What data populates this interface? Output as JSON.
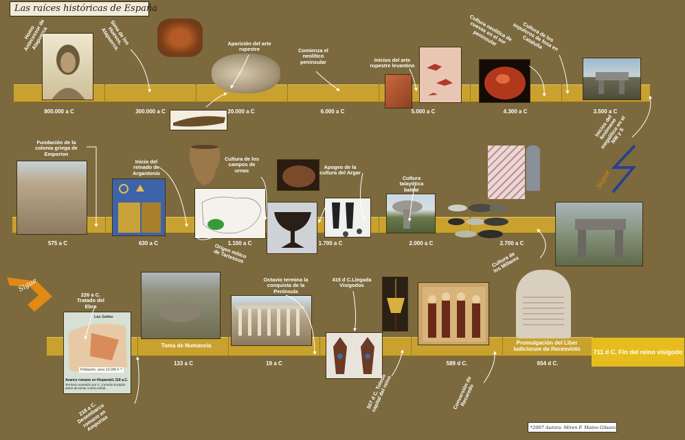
{
  "title": "Las raíces históricas de España",
  "colors": {
    "background": "#7c6a3e",
    "band": "#c9a12e",
    "final_box": "#e7bd1d",
    "sigue_text": "#e08a15",
    "zigzag": "#2a3f8f"
  },
  "rows": [
    {
      "dates": [
        "800.000 a C",
        "300.000 a C",
        "20.000 a C",
        "6.000 a C",
        "5.000 a C",
        "4.300 a C",
        "3.500 a C"
      ],
      "labels": {
        "homo": "Homo Antecessor de Atapuerca",
        "sima": "Sima de los Huesos, Atapuerca.",
        "arte": "Aparición del arte rupestre",
        "neolitico": "Comienza el neolítico peninsular",
        "levantino": "Inicios del arte rupestre levantino",
        "cueva": "Cultura neolítica de cuevas en el sur peninsular",
        "fosa": "Cultura de los sepulcros de fosa en Cataluña"
      }
    },
    {
      "dates": [
        "575 a C",
        "630 a C",
        "1.100 a C",
        "1.700 a C",
        "2.000 a C",
        "2.700 a C"
      ],
      "labels": {
        "emporion": "Fundación de la colonia griega de Emporion",
        "argantonio": "Inicio del reinado de Argantonio",
        "campos": "Cultura de los campos de urnas",
        "argar": "Apogeo de la cultura del Argar",
        "talayotica": "Cultura talayótica balear",
        "megalitico": "Inicios del fenómeno megalítico en el NW y S",
        "tartessos": "Origen mítico de Tartessos",
        "millares": "Cultura de los Millares"
      },
      "sigue": "Sigue"
    },
    {
      "dates": [
        "133 a C",
        "19 a C",
        "589 d C.",
        "654 d C."
      ],
      "labels": {
        "ebro": "226 a C. Tratado del Ebro",
        "numancia": "Toma de Numancia",
        "octavio": "Octavio termina la conquista de la Península",
        "visigodos": "415 d C.Llegada Visigodos",
        "ampurias": "218 a C. Desembarco romano en Ampurias",
        "toledo": "507 d C. Toledo capital del reino",
        "recaredo": "Conversión de Recaredo",
        "liber": "Promulgación del Liber Iudiciorum de Recesvinto",
        "final": "711 d C. Fin del reino visigodo"
      },
      "sigue": "Sigue"
    }
  ],
  "map_panel": {
    "header": "Las Galias",
    "caption": "Avance romano en Hispania/1 218 a.C.",
    "note": "Territorio someticlo por C. Cornelio Escipión antes de luchar contra Aníbal.",
    "pop": "Población, unos 10.000 h ?"
  },
  "footer": "*2007 Autora: Miren F. Mateo Gilsanz"
}
